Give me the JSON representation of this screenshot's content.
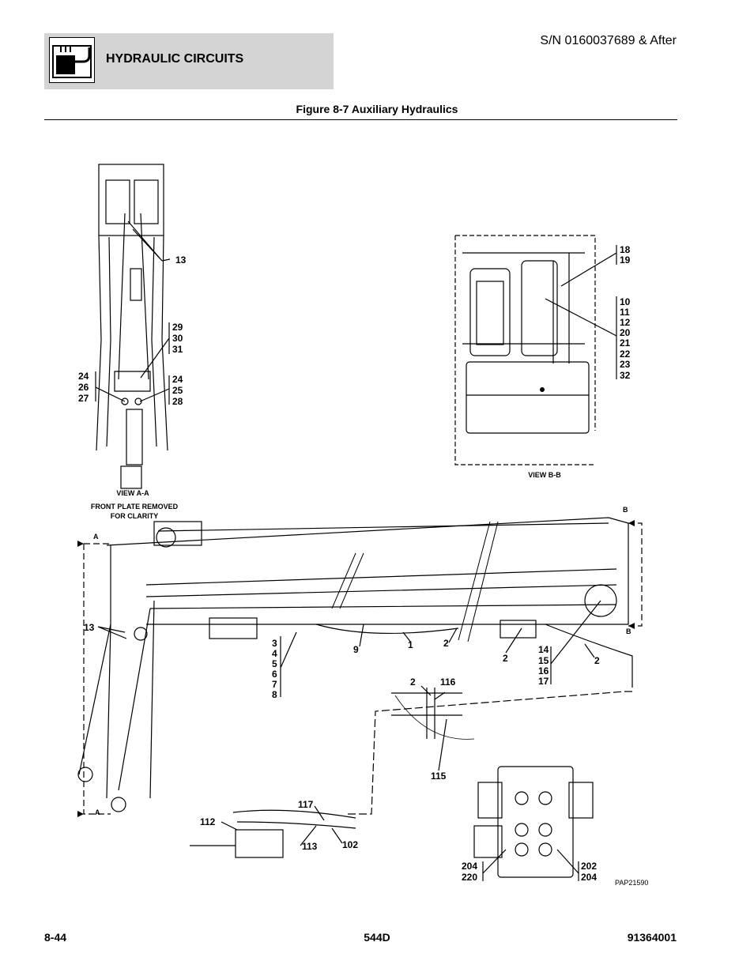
{
  "header": {
    "section_title": "HYDRAULIC CIRCUITS",
    "serial": "S/N 0160037689 & After",
    "figure_title": "Figure 8-7 Auxiliary Hydraulics",
    "icon": "hydraulic-tank-icon"
  },
  "views": {
    "view_aa_label": "VIEW A-A",
    "view_aa_note_1": "FRONT PLATE REMOVED",
    "view_aa_note_2": "FOR CLARITY",
    "view_bb_label": "VIEW B-B",
    "section_a": "A",
    "section_b": "B"
  },
  "callouts": {
    "view_aa": {
      "c13": "13",
      "g29": [
        "29",
        "30",
        "31"
      ],
      "g24_left": [
        "24",
        "26",
        "27"
      ],
      "g24_right": [
        "24",
        "25",
        "28"
      ]
    },
    "view_bb": {
      "g18": [
        "18",
        "19"
      ],
      "g10": [
        "10",
        "11",
        "12",
        "20",
        "21",
        "22",
        "23",
        "32"
      ]
    },
    "main": {
      "c13": "13",
      "g3": [
        "3",
        "4",
        "5",
        "6",
        "7",
        "8"
      ],
      "c9": "9",
      "c1": "1",
      "c2a": "2",
      "c2b": "2",
      "c2c": "2",
      "g14": [
        "14",
        "15",
        "16",
        "17"
      ],
      "c2d": "2",
      "c116": "116",
      "c115": "115",
      "c117": "117",
      "c112": "112",
      "c113": "113",
      "c102": "102",
      "g204_left": [
        "204",
        "220"
      ],
      "g202_right": [
        "202",
        "204"
      ]
    },
    "ref_code": "PAP21590"
  },
  "footer": {
    "page": "8-44",
    "model": "544D",
    "doc_number": "91364001"
  }
}
